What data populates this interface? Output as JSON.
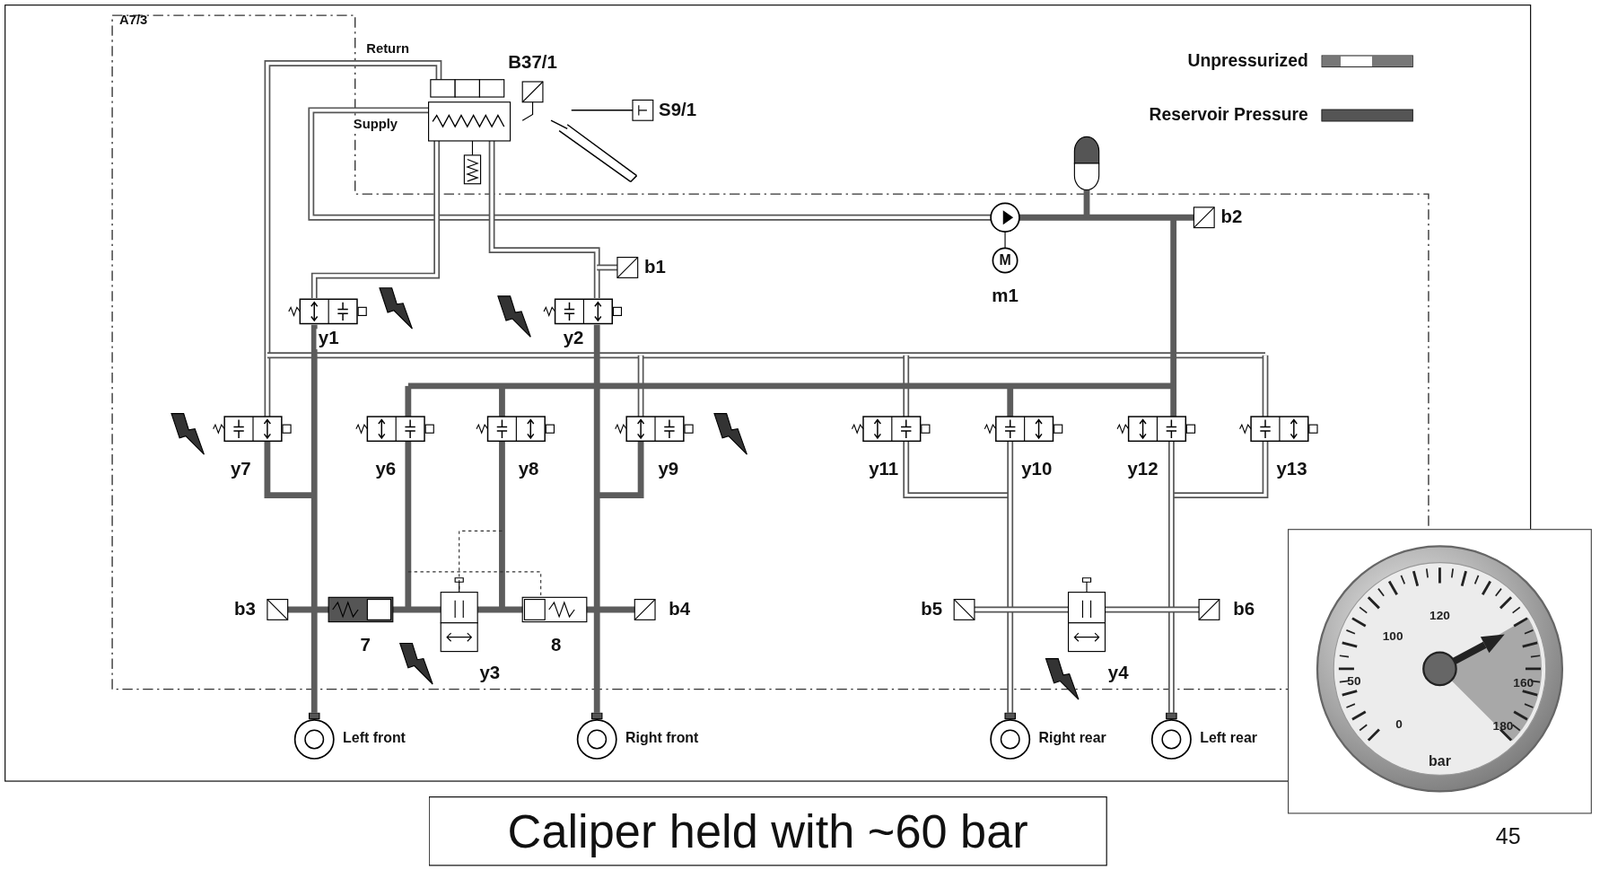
{
  "diagram": {
    "caption": "Caliper held with ~60 bar",
    "nodes": [
      {
        "text": [
          "Left front"
        ]
      },
      {
        "text": [
          "Right front"
        ]
      },
      {
        "text": [
          "Right rear"
        ]
      },
      {
        "text": [
          "Left rear"
        ]
      },
      {
        "text": [
          "0",
          "50",
          "100",
          "120",
          "160",
          "180",
          "bar"
        ]
      }
    ],
    "labels": [
      "A7/3",
      "Return",
      "Supply",
      "B37/1",
      "S9/1",
      "b2",
      "b1",
      "M",
      "m1",
      "y1",
      "y2",
      "y7",
      "y6",
      "y8",
      "y9",
      "y11",
      "y10",
      "y12",
      "y13",
      "b3",
      "7",
      "8",
      "b4",
      "y3",
      "b5",
      "b6",
      "y4",
      "45"
    ],
    "legend": [
      {
        "text": "Unpressurized"
      },
      {
        "text": "Reservoir Pressure",
        "color": "#555555"
      }
    ]
  }
}
